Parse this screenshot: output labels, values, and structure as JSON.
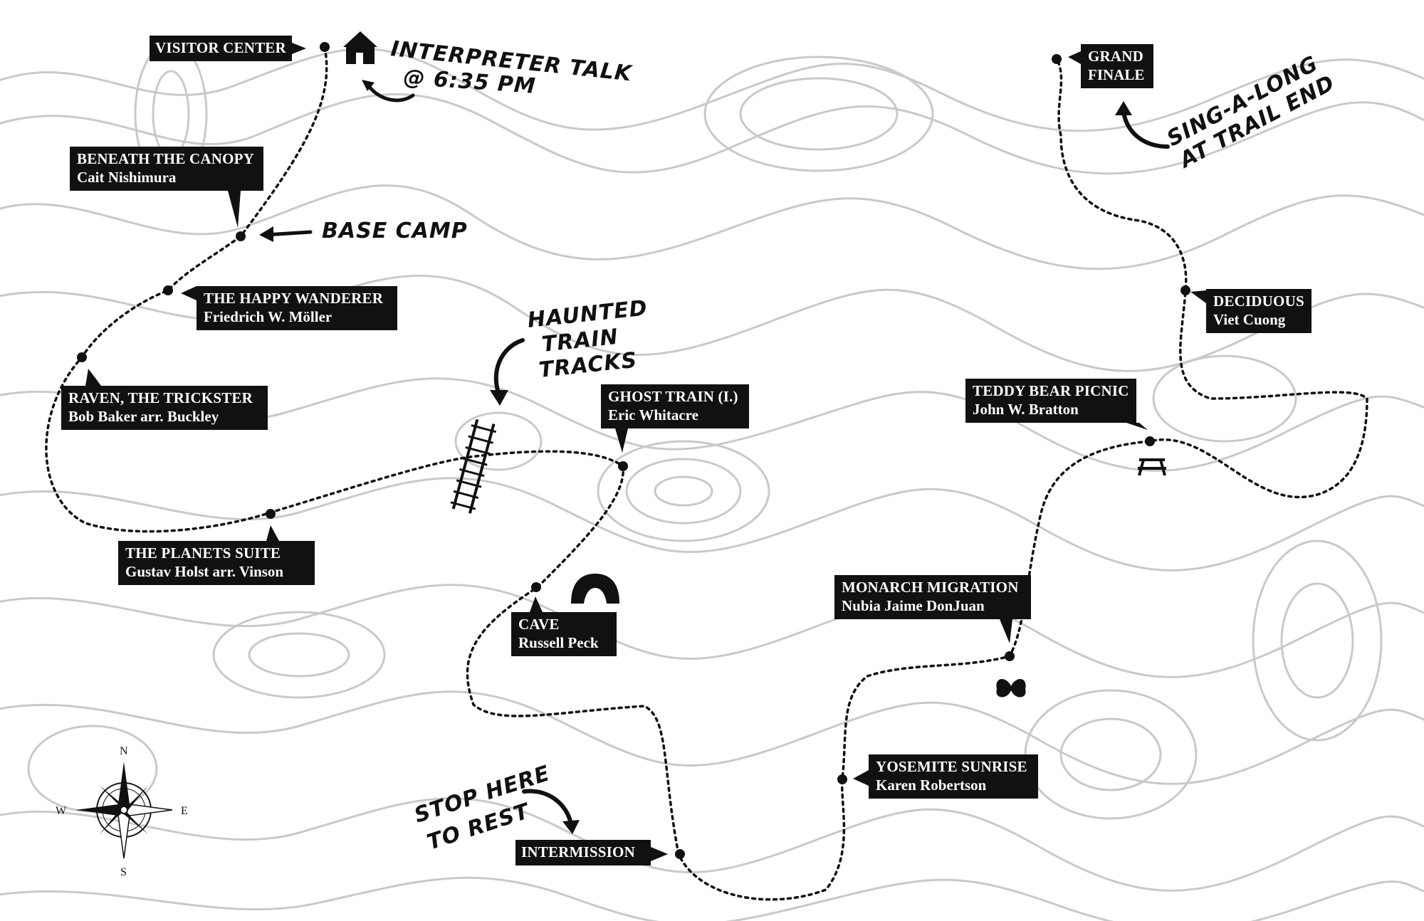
{
  "stops": [
    {
      "id": "visitor-center",
      "title": "VISITOR CENTER",
      "subtitle": ""
    },
    {
      "id": "beneath-the-canopy",
      "title": "BENEATH THE CANOPY",
      "subtitle": "Cait Nishimura"
    },
    {
      "id": "the-happy-wanderer",
      "title": "THE HAPPY WANDERER",
      "subtitle": "Friedrich W. Möller"
    },
    {
      "id": "raven-the-trickster",
      "title": "RAVEN, THE TRICKSTER",
      "subtitle": "Bob Baker arr. Buckley"
    },
    {
      "id": "the-planets-suite",
      "title": "THE PLANETS SUITE",
      "subtitle": "Gustav Holst arr. Vinson"
    },
    {
      "id": "ghost-train",
      "title": "GHOST TRAIN (I.)",
      "subtitle": "Eric Whitacre"
    },
    {
      "id": "cave",
      "title": "CAVE",
      "subtitle": "Russell Peck"
    },
    {
      "id": "intermission",
      "title": "INTERMISSION",
      "subtitle": ""
    },
    {
      "id": "yosemite-sunrise",
      "title": "YOSEMITE SUNRISE",
      "subtitle": "Karen Robertson"
    },
    {
      "id": "monarch-migration",
      "title": "MONARCH MIGRATION",
      "subtitle": "Nubia Jaime DonJuan"
    },
    {
      "id": "teddy-bear-picnic",
      "title": "TEDDY BEAR PICNIC",
      "subtitle": "John W. Bratton"
    },
    {
      "id": "deciduous",
      "title": "DECIDUOUS",
      "subtitle": "Viet Cuong"
    },
    {
      "id": "grand-finale",
      "title": "GRAND",
      "subtitle": "FINALE"
    }
  ],
  "notes": {
    "interpreter_line1": "INTERPRETER TALK",
    "interpreter_line2": "@ 6:35 PM",
    "base_camp": "BASE CAMP",
    "haunted_line1": "HAUNTED",
    "haunted_line2": "TRAIN",
    "haunted_line3": "TRACKS",
    "rest_line1": "STOP HERE",
    "rest_line2": "TO REST",
    "singalong_line1": "SING-A-LONG",
    "singalong_line2": "AT TRAIL END"
  },
  "compass": {
    "n": "N",
    "s": "S",
    "e": "E",
    "w": "W"
  },
  "colors": {
    "ink": "#111111",
    "contour": "#c8c8c8",
    "background": "#ffffff"
  },
  "icons": [
    "house-icon",
    "train-tracks-icon",
    "cave-icon",
    "butterfly-icon",
    "picnic-table-icon",
    "compass-rose-icon"
  ]
}
